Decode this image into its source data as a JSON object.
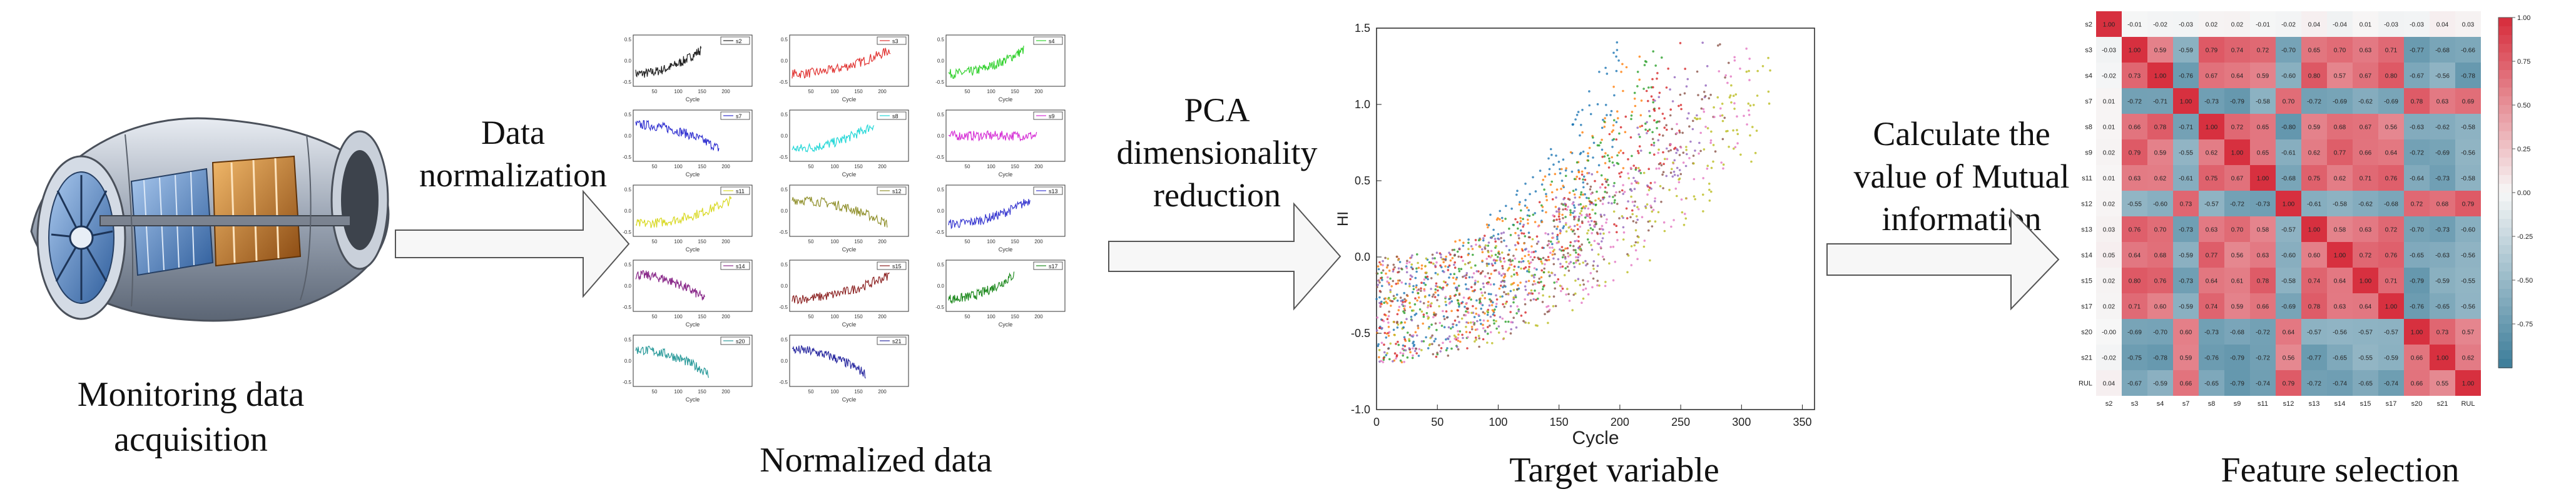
{
  "stages": {
    "acquisition": {
      "caption": "Monitoring data\nacquisition"
    },
    "normalized": {
      "caption": "Normalized data"
    },
    "target": {
      "caption": "Target variable"
    },
    "selection": {
      "caption": "Feature selection"
    }
  },
  "arrows": [
    {
      "label": "Data\nnormalization"
    },
    {
      "label": "PCA\ndimensionality\nreduction"
    },
    {
      "label": "Calculate the\nvalue of Mutual\ninformation"
    }
  ],
  "colors": {
    "arrow_fill": "#f7f7f7",
    "arrow_stroke": "#555555",
    "engine_blue": "#5b8fd0",
    "engine_orange": "#c97a2c",
    "heat_high": "#d7303f",
    "heat_low": "#3f7f9b"
  },
  "small_multiples": {
    "x_axis_label": "Cycle",
    "panels": [
      {
        "legend": "s2",
        "color": "#222222",
        "trend": "up"
      },
      {
        "legend": "s3",
        "color": "#e0302e",
        "trend": "up"
      },
      {
        "legend": "s4",
        "color": "#32d12e",
        "trend": "up"
      },
      {
        "legend": "s7",
        "color": "#2d2dcf",
        "trend": "down"
      },
      {
        "legend": "s8",
        "color": "#22d7d7",
        "trend": "up"
      },
      {
        "legend": "s9",
        "color": "#d52bd5",
        "trend": "flat"
      },
      {
        "legend": "s11",
        "color": "#d8d820",
        "trend": "up"
      },
      {
        "legend": "s12",
        "color": "#8f8f2a",
        "trend": "down"
      },
      {
        "legend": "s13",
        "color": "#3a3ad0",
        "trend": "up"
      },
      {
        "legend": "s14",
        "color": "#8a2a8a",
        "trend": "down"
      },
      {
        "legend": "s15",
        "color": "#8a1f1f",
        "trend": "up"
      },
      {
        "legend": "s17",
        "color": "#1f8a1f",
        "trend": "up"
      },
      {
        "legend": "s20",
        "color": "#2a9a9a",
        "trend": "down"
      },
      {
        "legend": "s21",
        "color": "#2a2aa0",
        "trend": "down"
      }
    ],
    "x_ticks": [
      "50",
      "100",
      "150",
      "200"
    ],
    "y_ticks": [
      "0.5",
      "0.0",
      "-0.5"
    ]
  },
  "chart_data": {
    "type": "scatter",
    "title": "",
    "xlabel": "Cycle",
    "ylabel": "HI",
    "xlim": [
      0,
      360
    ],
    "ylim": [
      -1.0,
      1.5
    ],
    "x_ticks": [
      "0",
      "50",
      "100",
      "150",
      "200",
      "250",
      "300",
      "350"
    ],
    "y_ticks": [
      "1.5",
      "1.0",
      "0.5",
      "0.0",
      "-0.5",
      "-1.0"
    ],
    "series": [
      {
        "color": "#1f77b4"
      },
      {
        "color": "#ff7f0e"
      },
      {
        "color": "#2ca02c"
      },
      {
        "color": "#d62728"
      },
      {
        "color": "#9467bd"
      },
      {
        "color": "#8c564b"
      },
      {
        "color": "#e377c2"
      },
      {
        "color": "#bcbd22"
      }
    ]
  },
  "heatmap": {
    "labels": [
      "s2",
      "s3",
      "s4",
      "s7",
      "s8",
      "s9",
      "s11",
      "s12",
      "s13",
      "s14",
      "s15",
      "s17",
      "s20",
      "s21",
      "RUL"
    ],
    "colorbar_ticks": [
      "1.00",
      "0.75",
      "0.50",
      "0.25",
      "0.00",
      "-0.25",
      "-0.50",
      "-0.75"
    ]
  }
}
